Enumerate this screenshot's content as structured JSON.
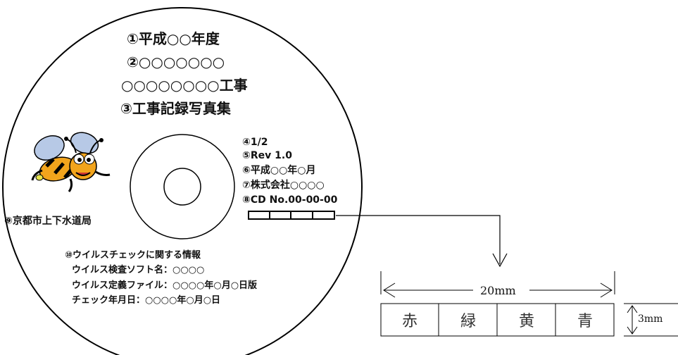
{
  "disc": {
    "item1": "①平成○○年度",
    "item2": "②○○○○○○○",
    "item2b": "○○○○○○○○工事",
    "item3": "③工事記録写真集",
    "item4": "④1/2",
    "item5": "⑤Rev 1.0",
    "item6": "⑥平成○○年○月",
    "item7": "⑦株式会社○○○○",
    "item8": "⑧CD No.00-00-00",
    "item9": "⑨京都市上下水道局",
    "item10": "⑩ウイルスチェックに関する情報",
    "virus_software": "ウイルス検査ソフト名：○○○○",
    "virus_definition": "ウイルス定義ファイル：○○○○年○月○日版",
    "check_date": "チェック年月日：○○○○年○月○日"
  },
  "label_detail": {
    "width": "20mm",
    "height": "3mm",
    "colors": [
      "赤",
      "緑",
      "黄",
      "青"
    ]
  },
  "mascot": {
    "icon": "bee-mascot-icon"
  }
}
